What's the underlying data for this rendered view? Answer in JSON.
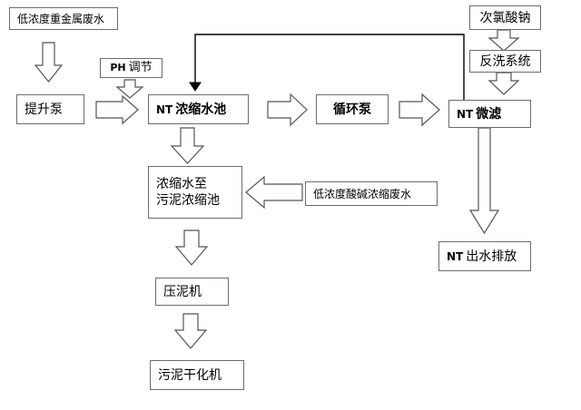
{
  "nodes": {
    "low_conc_heavy_metal": "低浓度重金属废水",
    "ph_adjust": "调节",
    "ph_prefix": "PH",
    "lift_pump": "提升泵",
    "nt_conc_tank": "浓缩水池",
    "nt_prefix": "NT",
    "circ_pump": "循环泵",
    "nt_micro": "微滤",
    "hypochlorite": "次氯酸钠",
    "backwash": "反洗系统",
    "conc_to_sludge_line1": "浓缩水至",
    "conc_to_sludge_line2": "污泥浓缩池",
    "low_acid_base": "低浓度酸碱浓缩废水",
    "nt_outflow": "出水排放",
    "filter_press": "压泥机",
    "sludge_dryer": "污泥干化机"
  }
}
